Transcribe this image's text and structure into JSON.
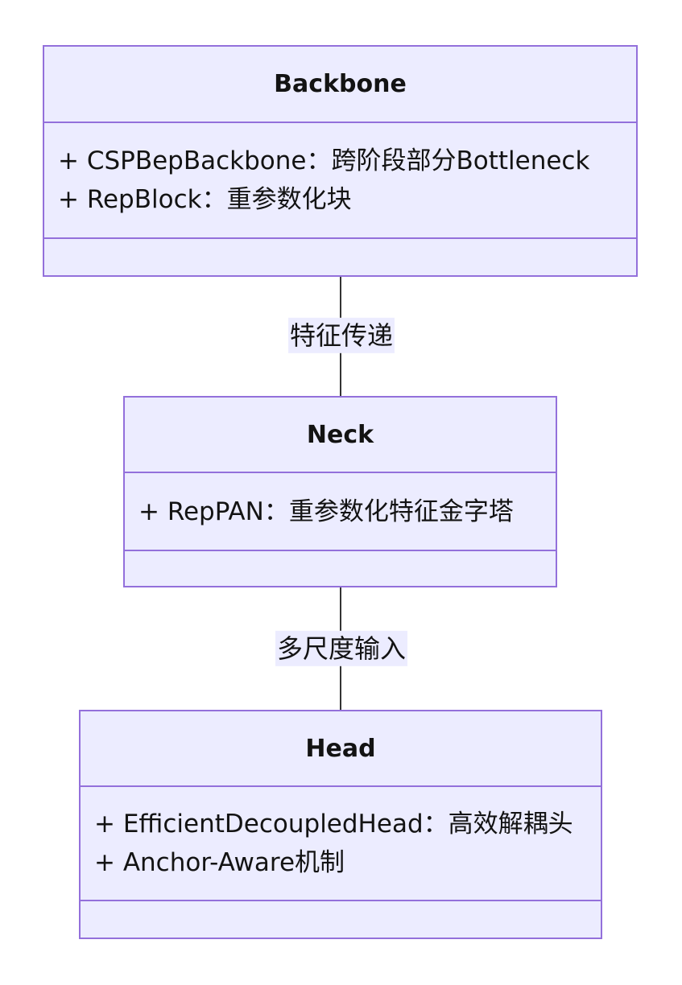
{
  "diagram": {
    "type": "class-diagram",
    "classes": [
      {
        "id": "backbone",
        "title": "Backbone",
        "members": [
          "+ CSPBepBackbone：跨阶段部分Bottleneck",
          "+ RepBlock：重参数化块"
        ]
      },
      {
        "id": "neck",
        "title": "Neck",
        "members": [
          "+ RepPAN：重参数化特征金字塔"
        ]
      },
      {
        "id": "head",
        "title": "Head",
        "members": [
          "+ EfficientDecoupledHead：高效解耦头",
          "+ Anchor-Aware机制"
        ]
      }
    ],
    "edges": [
      {
        "from": "Backbone",
        "to": "Neck",
        "label": "特征传递"
      },
      {
        "from": "Neck",
        "to": "Head",
        "label": "多尺度输入"
      }
    ],
    "colors": {
      "node_fill": "#ECECFF",
      "node_border": "#9370DB",
      "edge_line": "#333333",
      "text": "#131313",
      "label_bg": "#ECECFF",
      "background": "#FFFFFF"
    }
  }
}
